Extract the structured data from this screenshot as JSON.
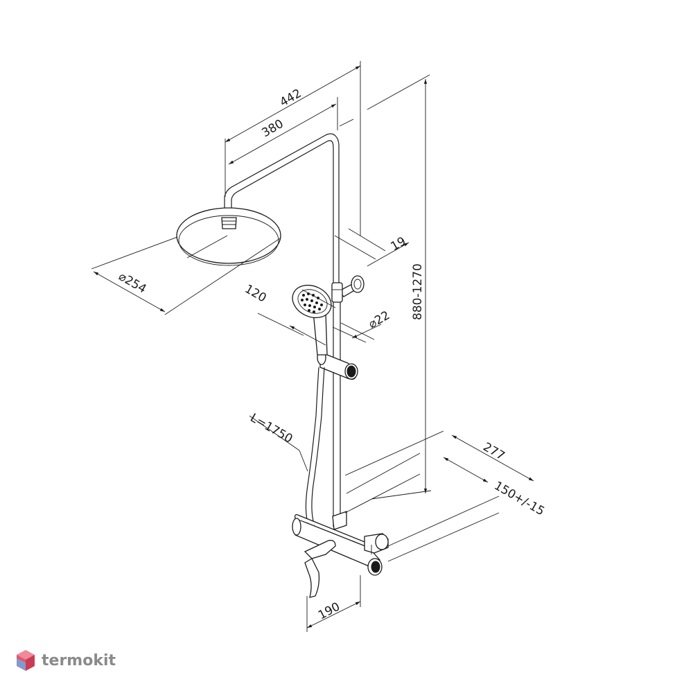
{
  "dimensions": {
    "head_reach": "442",
    "arm_reach": "380",
    "head_diameter": "⌀254",
    "handset_diameter": "120",
    "wall_offset": "19",
    "pipe_diameter": "⌀22",
    "height_range": "880-1270",
    "hose_length": "L=1750",
    "projection": "277",
    "inlet_spacing": "150+/-15",
    "mixer_width": "190"
  },
  "watermark": {
    "brand": "termokit",
    "logo_color": "#e0566b"
  },
  "colors": {
    "ink": "#1a1a1a",
    "watermark_text": "#8a8a8a"
  }
}
